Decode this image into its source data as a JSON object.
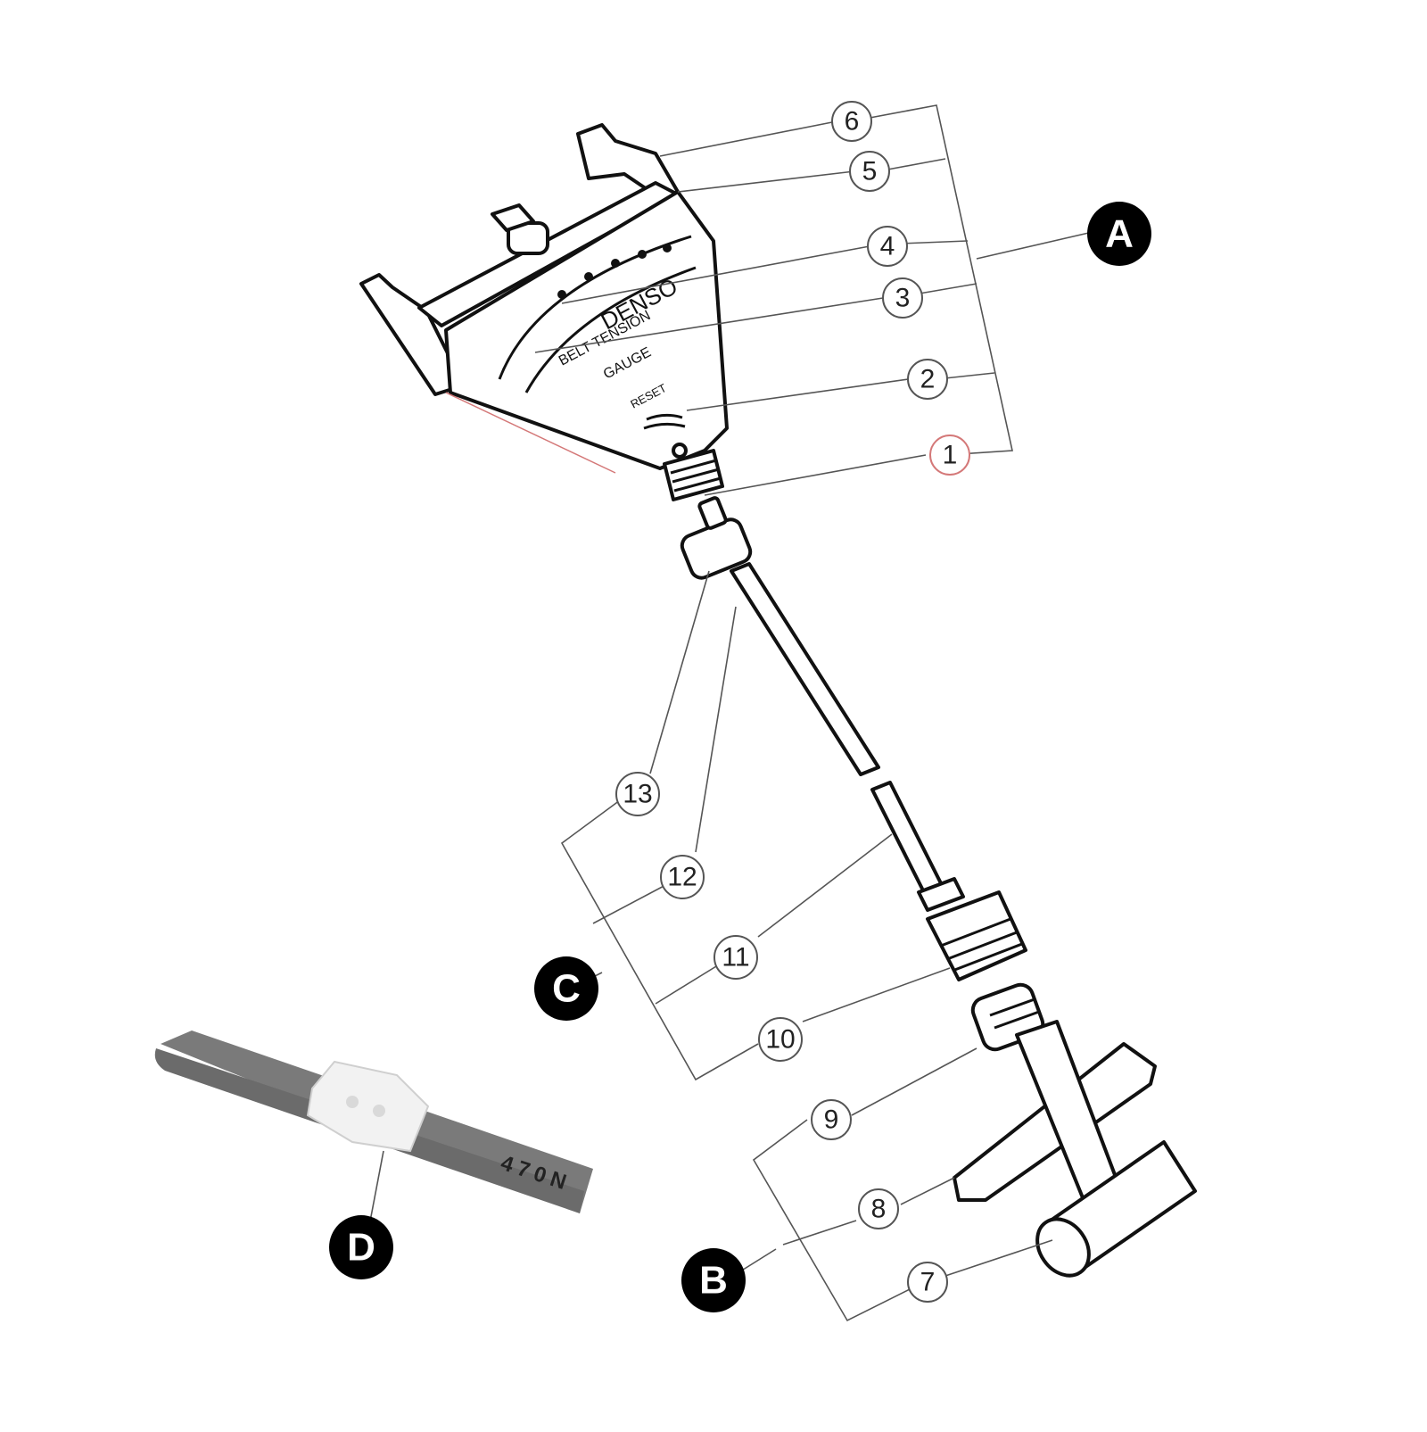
{
  "gauge_face": {
    "brand": "DENSO",
    "line1": "BELT TENSION",
    "line2": "GAUGE",
    "reset": "RESET"
  },
  "tab": {
    "label": "470N"
  },
  "part_numbers": [
    "1",
    "2",
    "3",
    "4",
    "5",
    "6",
    "7",
    "8",
    "9",
    "10",
    "11",
    "12",
    "13"
  ],
  "groups": {
    "a": "A",
    "b": "B",
    "c": "C",
    "d": "D"
  }
}
